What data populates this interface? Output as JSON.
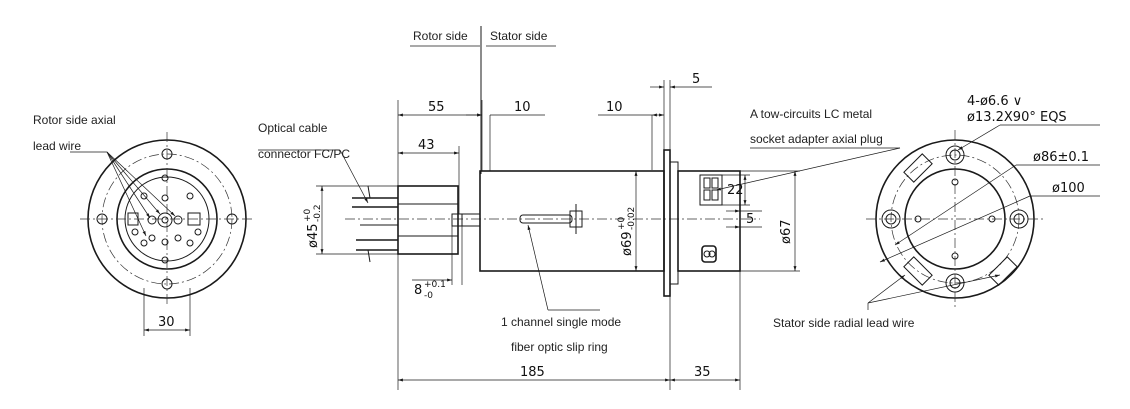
{
  "labels": {
    "rotor_side": "Rotor side",
    "stator_side": "Stator side",
    "rotor_axial_1": "Rotor side axial",
    "rotor_axial_2": "lead wire",
    "optical_1": "Optical cable",
    "optical_2": "connector FC/PC",
    "lc_1": "A tow-circuits LC metal",
    "lc_2": "socket adapter axial plug",
    "fiber_1": "1 channel single mode",
    "fiber_2": "fiber optic slip ring",
    "stator_radial": "Stator side radial lead wire"
  },
  "dimensions": {
    "d55": "55",
    "d43": "43",
    "d10a": "10",
    "d10b": "10",
    "d5top": "5",
    "d22": "22",
    "d5mid": "5",
    "d185": "185",
    "d35": "35",
    "d30": "30",
    "d67": "ø67",
    "d69": "ø69",
    "d69_tol_up": "+0",
    "d69_tol_dn": "-0.02",
    "d45": "ø45",
    "d45_tol_up": "+0",
    "d45_tol_dn": "-0.2",
    "d8": "8",
    "d8_tol_up": "+0.1",
    "d8_tol_dn": "-0",
    "holes_1": "4-ø6.6 ∨",
    "holes_2": "ø13.2X90°  EQS",
    "d86": "ø86±0.1",
    "d100": "ø100"
  },
  "colors": {
    "line": "#1a1a1a",
    "background": "#ffffff"
  }
}
